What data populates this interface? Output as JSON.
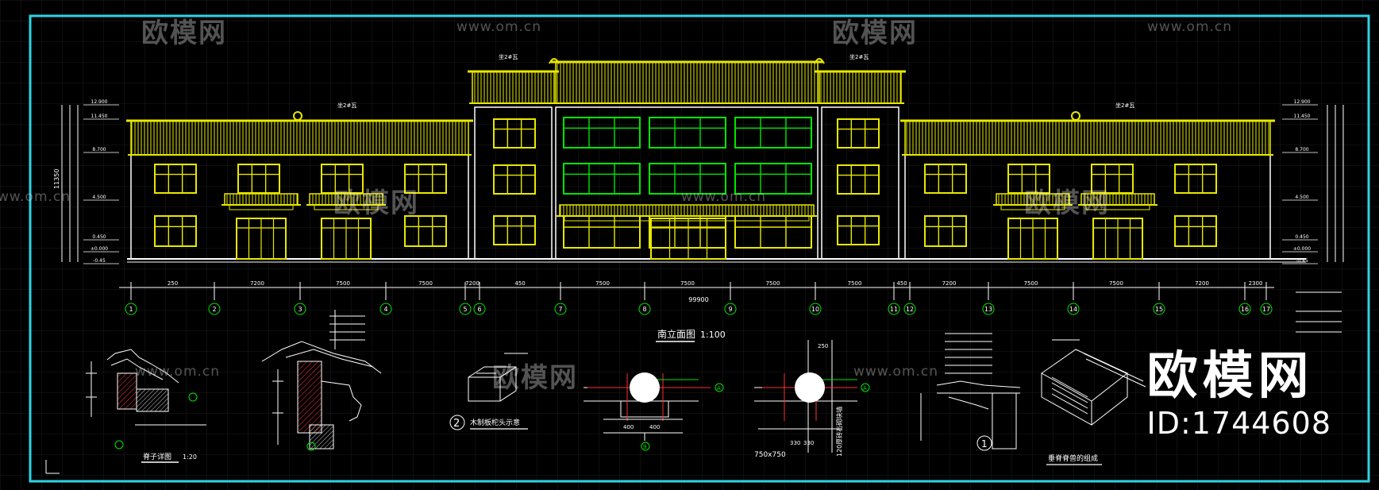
{
  "drawing": {
    "elevation_title": "南立面图",
    "elevation_scale": "1:100",
    "total_dimension": "99900",
    "axis_dims": [
      "250",
      "7200",
      "7500",
      "7500",
      "7200",
      "450",
      "7500",
      "7500",
      "7500",
      "7500",
      "450",
      "7200",
      "7500",
      "7500",
      "7200",
      "2300"
    ],
    "axis_labels": [
      "1",
      "2",
      "3",
      "4",
      "5",
      "6",
      "7",
      "8",
      "9",
      "10",
      "11",
      "12",
      "13",
      "14",
      "15",
      "16",
      "17"
    ],
    "left_height_total": "11350",
    "level_marks": [
      "12.900",
      "11.450",
      "8.700",
      "4.500",
      "0.450",
      "±0.000",
      "-0.45"
    ],
    "roof_note": "坐2#瓦",
    "detail_1_title": "脊子详图",
    "detail_1_scale": "1:20",
    "detail_2_title": "木制板柁头示意",
    "detail_2_num": "2",
    "detail_3_num": "9",
    "detail_3_dims": [
      "400",
      "400"
    ],
    "detail_4_title": "120厚砖石砌块墙",
    "detail_4_size": "750x750",
    "detail_4_dims": [
      "250",
      "330",
      "330"
    ],
    "detail_5_num": "1",
    "detail_6_title": "垂脊脊兽的组成",
    "axis_circle_label": "A"
  },
  "watermark": {
    "logo_text": "欧模网",
    "url_text": "www.om.cn",
    "brand": "欧模网",
    "id_text": "ID:1744608"
  },
  "colors": {
    "background": "#000000",
    "frame": "#2fd3e6",
    "roof": "#e8e800",
    "wall": "#ffffff",
    "window": "#f0f000",
    "green": "#00e600",
    "dim": "#ffffff",
    "red": "#ff2020",
    "grid": "#1e1e1e"
  }
}
